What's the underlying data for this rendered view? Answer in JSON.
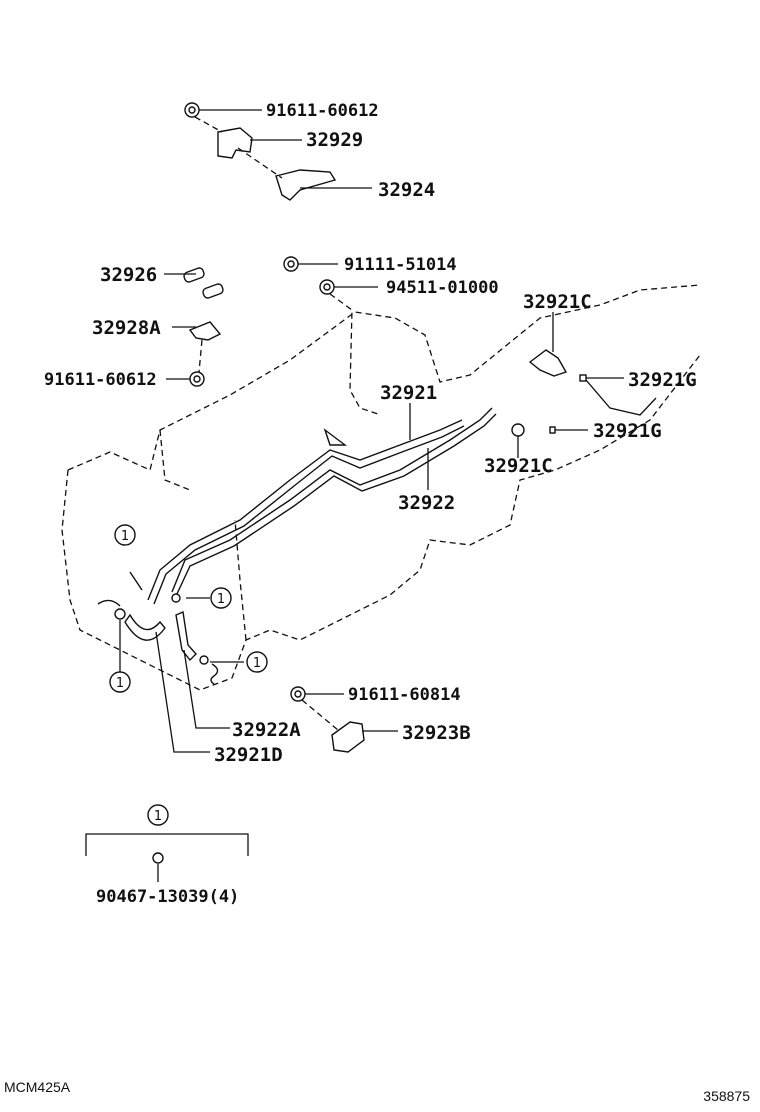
{
  "diagram": {
    "code_left": "MCM425A",
    "code_right": "358875",
    "ref_marker": "1",
    "kit_part": "90467-13039(4)",
    "callouts": {
      "c91611_60612_top": "91611-60612",
      "c32929": "32929",
      "c32924": "32924",
      "c32926": "32926",
      "c91111_51014": "91111-51014",
      "c94511_01000": "94511-01000",
      "c32928A": "32928A",
      "c91611_60612_left": "91611-60612",
      "c32921C_top": "32921C",
      "c32921G_upper": "32921G",
      "c32921G_lower": "32921G",
      "c32921": "32921",
      "c32922": "32922",
      "c32921C_lower": "32921C",
      "c91611_60814": "91611-60814",
      "c32922A": "32922A",
      "c32923B": "32923B",
      "c32921D": "32921D"
    }
  }
}
